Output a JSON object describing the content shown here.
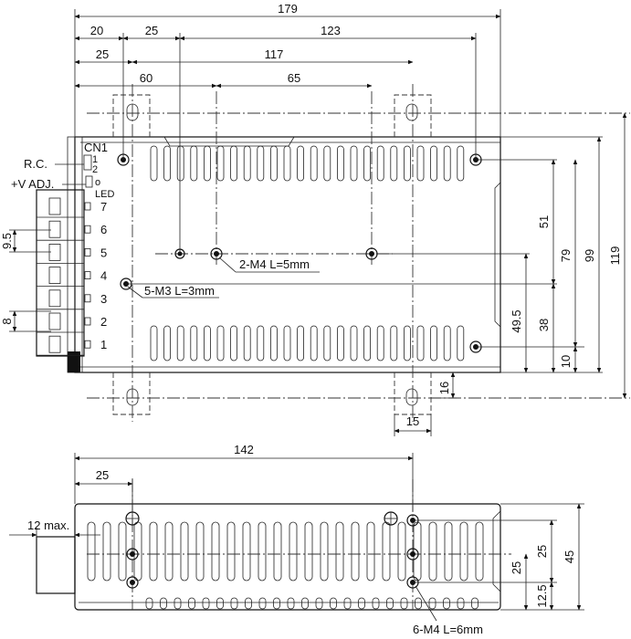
{
  "top_view": {
    "dims": {
      "overall_width": "179",
      "d20": "20",
      "d25a": "25",
      "d123": "123",
      "d25b": "25",
      "d117": "117",
      "d60": "60",
      "d65": "65",
      "h119": "119",
      "h99": "99",
      "h79": "79",
      "h51": "51",
      "h49_5": "49.5",
      "h38": "38",
      "h10": "10",
      "d16": "16",
      "d15": "15",
      "pitch_9_5": "9.5",
      "pitch_8": "8"
    },
    "labels": {
      "rc": "R.C.",
      "vadj": "+V ADJ.",
      "cn1": "CN1",
      "pin1": "1",
      "pin2": "2",
      "led": "LED",
      "led_o": "o",
      "m4_top": "2-M4 L=5mm",
      "m3": "5-M3 L=3mm"
    },
    "terminals": [
      "7",
      "6",
      "5",
      "4",
      "3",
      "2",
      "1"
    ]
  },
  "side_view": {
    "dims": {
      "d142": "142",
      "d25": "25",
      "max12": "12 max.",
      "h45": "45",
      "h25a": "25",
      "h25b": "25",
      "h12_5": "12.5"
    },
    "labels": {
      "m4_side": "6-M4 L=6mm"
    }
  }
}
